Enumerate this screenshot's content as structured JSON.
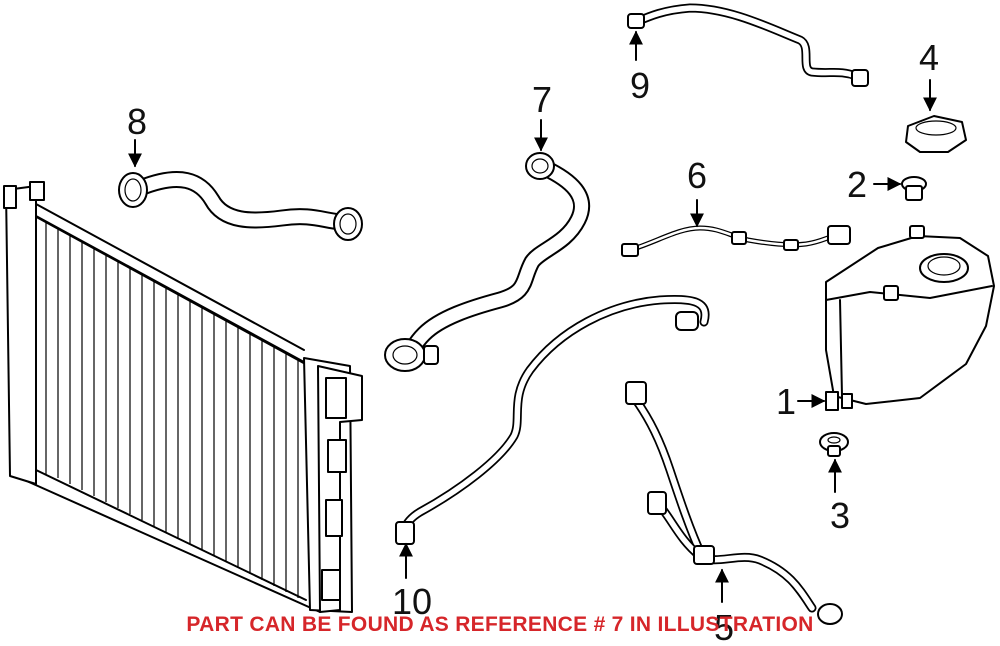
{
  "callouts": {
    "c1": "1",
    "c2": "2",
    "c3": "3",
    "c4": "4",
    "c5": "5",
    "c6": "6",
    "c7": "7",
    "c8": "8",
    "c9": "9",
    "c10": "10"
  },
  "caption": "PART CAN BE FOUND AS REFERENCE # 7 IN ILLUSTRATION",
  "colors": {
    "caption": "#d6262a",
    "line": "#000000",
    "background": "#ffffff"
  }
}
